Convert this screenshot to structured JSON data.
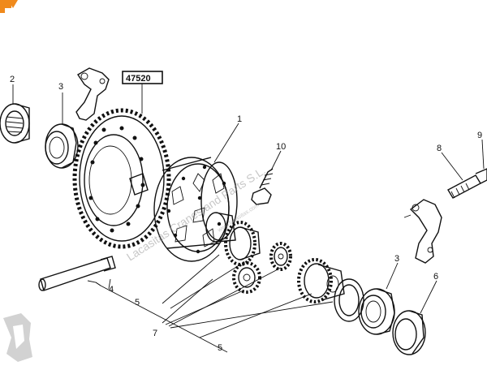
{
  "diagram": {
    "part_number": "47520",
    "callouts": {
      "c1": "1",
      "c2": "2",
      "c3_left": "3",
      "c3_right": "3",
      "c4": "4",
      "c5_a": "5",
      "c5_b": "5",
      "c6": "6",
      "c7": "7",
      "c8": "8",
      "c9": "9",
      "c10": "10"
    },
    "watermark": {
      "main": "Lacasitas Cranes and Parts S.L.",
      "small": "www.lacasitas.com"
    },
    "colors": {
      "ink": "#111111",
      "logo_orange": "#f08a1c",
      "logo_grey": "#cfcfcf"
    }
  }
}
